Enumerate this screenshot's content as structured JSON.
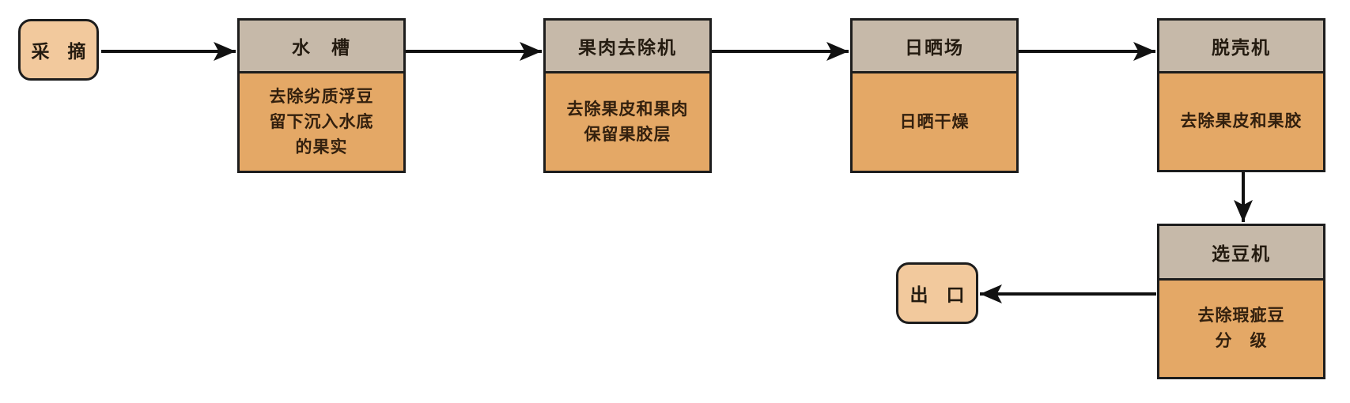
{
  "diagram": {
    "kind": "process-flowchart",
    "subject": "coffee bean processing flow"
  },
  "colors": {
    "header_fill": "#c6b9a9",
    "body_fill": "#e4a866",
    "terminal_fill": "#f2c99d",
    "border": "#1d1d1d",
    "arrow": "#111111",
    "header_text": "#241b10",
    "body_text": "#33200e",
    "canvas_bg": "#ffffff"
  },
  "nodes": {
    "picking": {
      "type": "terminal",
      "label": "采　摘"
    },
    "water_tank": {
      "type": "process",
      "title": "水　槽",
      "lines": [
        "去除劣质浮豆",
        "留下沉入水底",
        "的果实"
      ]
    },
    "pulp_remover": {
      "type": "process",
      "title": "果肉去除机",
      "lines": [
        "去除果皮和果肉",
        "保留果胶层"
      ]
    },
    "sun_drying": {
      "type": "process",
      "title": "日晒场",
      "lines": [
        "日晒干燥"
      ]
    },
    "sheller": {
      "type": "process",
      "title": "脱壳机",
      "lines": [
        "去除果皮和果胶"
      ]
    },
    "bean_sorter": {
      "type": "process",
      "title": "选豆机",
      "lines": [
        "去除瑕疵豆",
        "分　级"
      ]
    },
    "exit": {
      "type": "terminal",
      "label": "出　口"
    }
  },
  "edges": [
    {
      "from": "picking",
      "to": "water_tank",
      "direction": "right"
    },
    {
      "from": "water_tank",
      "to": "pulp_remover",
      "direction": "right"
    },
    {
      "from": "pulp_remover",
      "to": "sun_drying",
      "direction": "right"
    },
    {
      "from": "sun_drying",
      "to": "sheller",
      "direction": "right"
    },
    {
      "from": "sheller",
      "to": "bean_sorter",
      "direction": "down"
    },
    {
      "from": "bean_sorter",
      "to": "exit",
      "direction": "left"
    }
  ]
}
